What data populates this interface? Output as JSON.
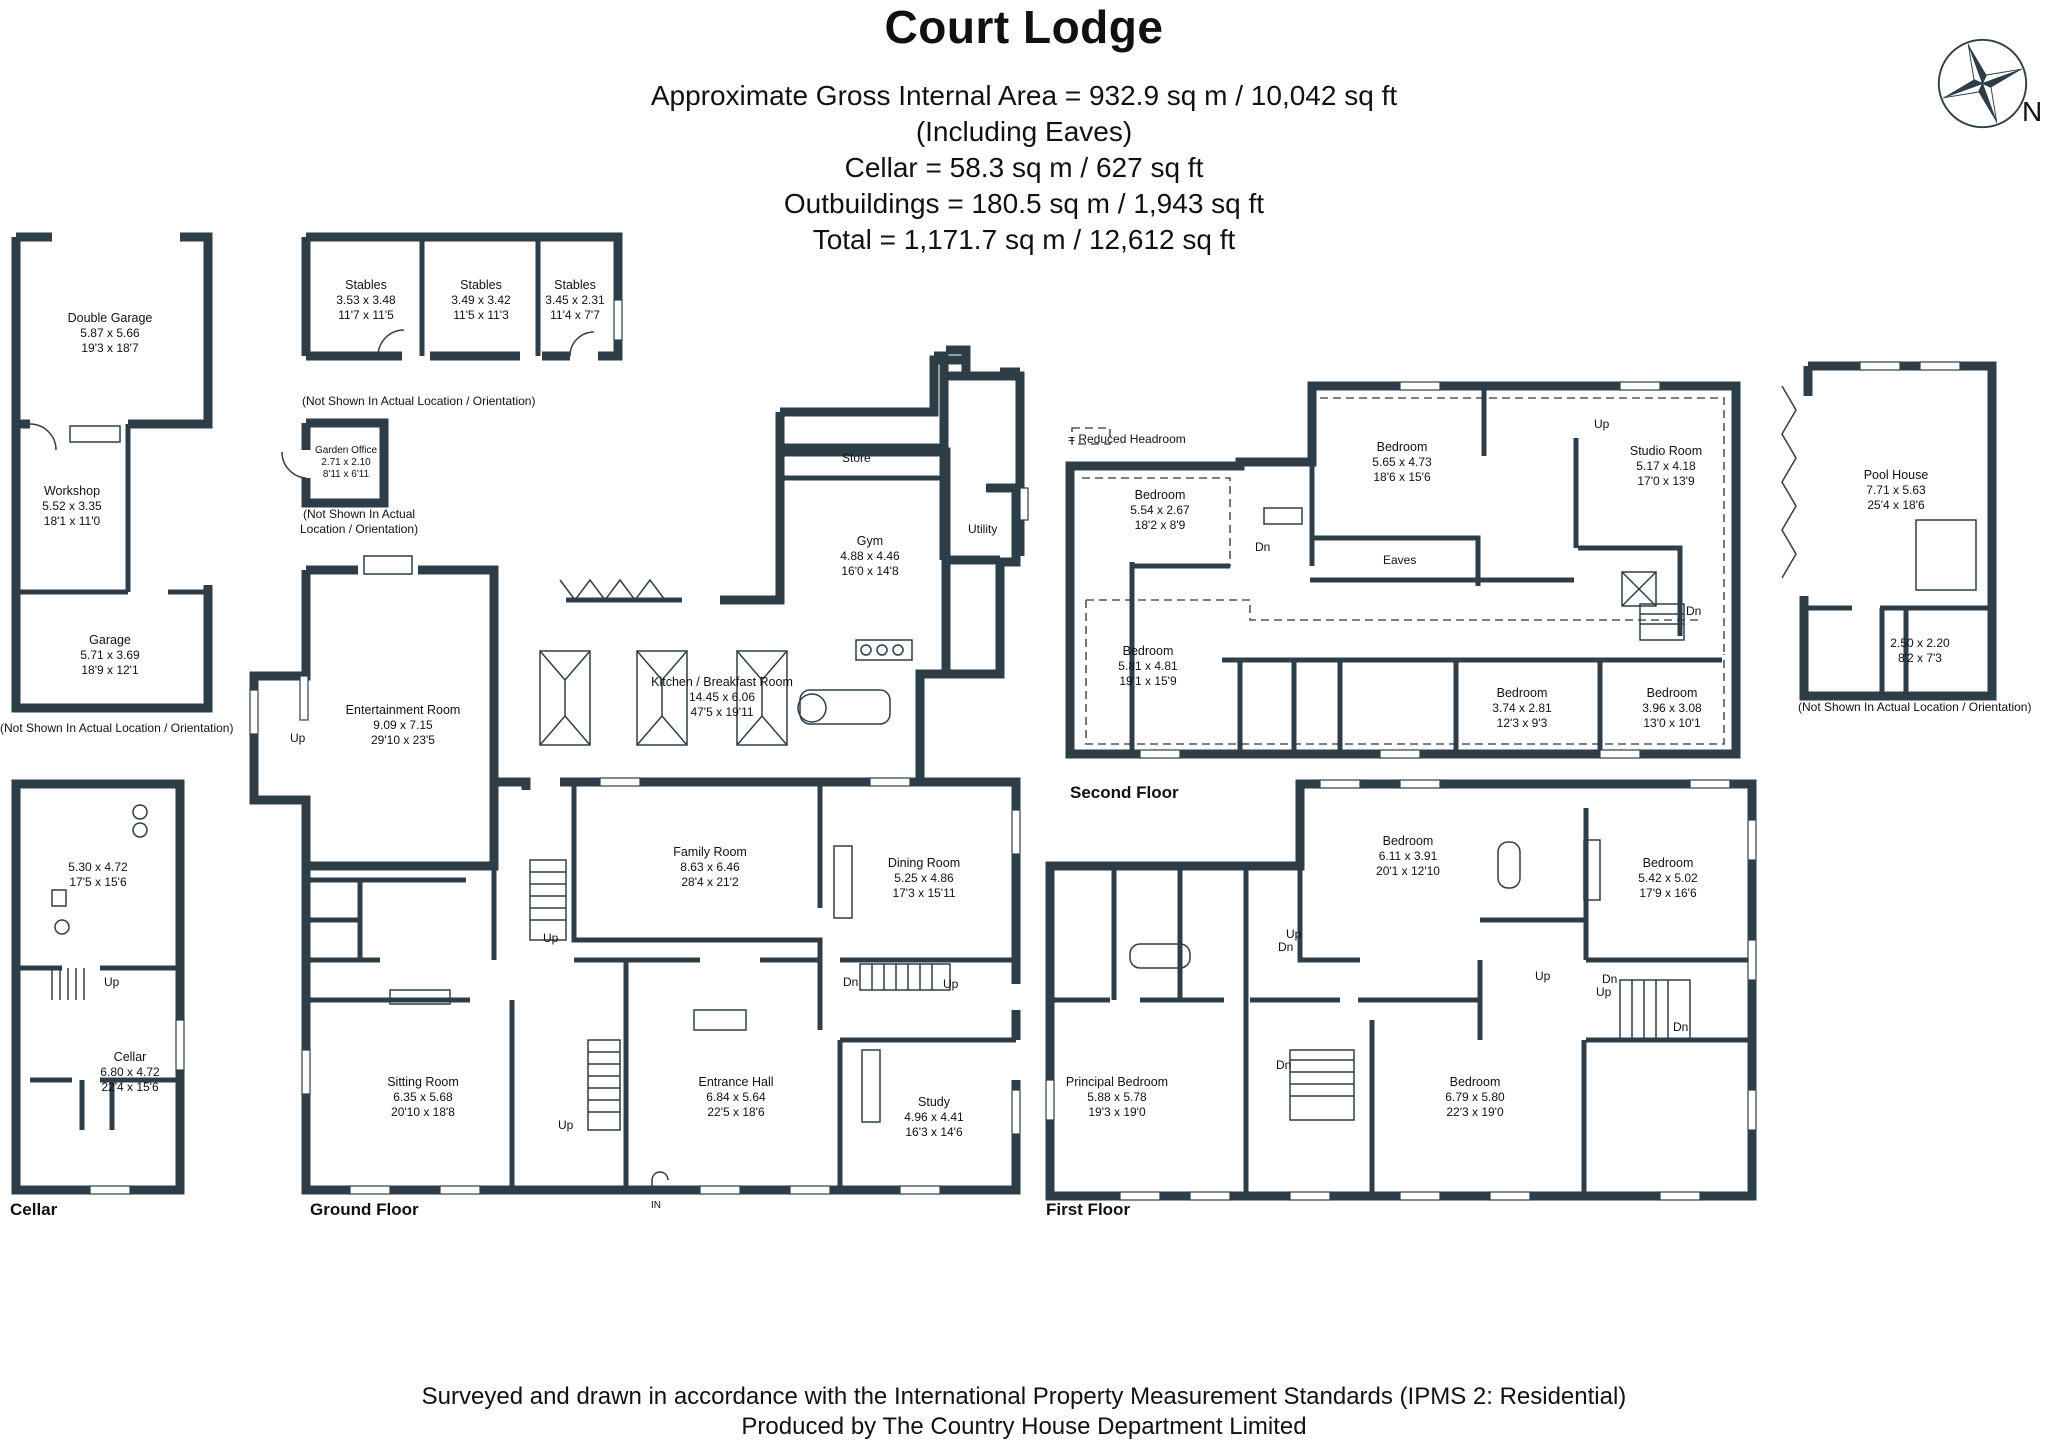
{
  "title": "Court Lodge",
  "areas": [
    "Approximate Gross Internal Area = 932.9 sq m / 10,042 sq ft",
    "(Including Eaves)",
    "Cellar = 58.3 sq m / 627 sq ft",
    "Outbuildings = 180.5 sq m / 1,943 sq ft",
    "Total = 1,171.7 sq m / 12,612 sq ft"
  ],
  "compass_label": "N",
  "legend_reduced_headroom": "= Reduced Headroom",
  "not_shown": "(Not Shown In Actual Location / Orientation)",
  "not_shown_split": [
    "(Not Shown In Actual",
    "Location / Orientation)"
  ],
  "floors": {
    "cellar": "Cellar",
    "ground": "Ground Floor",
    "first": "First Floor",
    "second": "Second Floor"
  },
  "rooms": {
    "double_garage": {
      "name": "Double Garage",
      "m": "5.87 x 5.66",
      "ft": "19'3 x 18'7"
    },
    "workshop": {
      "name": "Workshop",
      "m": "5.52 x 3.35",
      "ft": "18'1 x 11'0"
    },
    "garage": {
      "name": "Garage",
      "m": "5.71 x 3.69",
      "ft": "18'9 x 12'1"
    },
    "stables1": {
      "name": "Stables",
      "m": "3.53 x 3.48",
      "ft": "11'7 x 11'5"
    },
    "stables2": {
      "name": "Stables",
      "m": "3.49 x 3.42",
      "ft": "11'5 x 11'3"
    },
    "stables3": {
      "name": "Stables",
      "m": "3.45 x 2.31",
      "ft": "11'4 x 7'7"
    },
    "garden_office": {
      "name": "Garden Office",
      "m": "2.71 x 2.10",
      "ft": "8'11 x 6'11"
    },
    "cellar_room": {
      "m": "5.30 x 4.72",
      "ft": "17'5 x 15'6"
    },
    "cellar": {
      "name": "Cellar",
      "m": "6.80 x 4.72",
      "ft": "22'4 x 15'6"
    },
    "entertainment": {
      "name": "Entertainment Room",
      "m": "9.09 x 7.15",
      "ft": "29'10 x 23'5"
    },
    "gym": {
      "name": "Gym",
      "m": "4.88 x 4.46",
      "ft": "16'0 x 14'8"
    },
    "store": {
      "name": "Store"
    },
    "utility": {
      "name": "Utility"
    },
    "kitchen": {
      "name": "Kitchen / Breakfast Room",
      "m": "14.45 x 6.06",
      "ft": "47'5 x 19'11"
    },
    "family": {
      "name": "Family Room",
      "m": "8.63 x 6.46",
      "ft": "28'4 x 21'2"
    },
    "dining": {
      "name": "Dining Room",
      "m": "5.25 x 4.86",
      "ft": "17'3 x 15'11"
    },
    "sitting": {
      "name": "Sitting Room",
      "m": "6.35 x 5.68",
      "ft": "20'10 x 18'8"
    },
    "entrance": {
      "name": "Entrance Hall",
      "m": "6.84 x 5.64",
      "ft": "22'5 x 18'6"
    },
    "study": {
      "name": "Study",
      "m": "4.96 x 4.41",
      "ft": "16'3 x 14'6"
    },
    "principal": {
      "name": "Principal Bedroom",
      "m": "5.88 x 5.78",
      "ft": "19'3 x 19'0"
    },
    "ff_bed_a": {
      "name": "Bedroom",
      "m": "6.11 x 3.91",
      "ft": "20'1 x 12'10"
    },
    "ff_bed_b": {
      "name": "Bedroom",
      "m": "5.42 x 5.02",
      "ft": "17'9 x 16'6"
    },
    "ff_bed_c": {
      "name": "Bedroom",
      "m": "6.79 x 5.80",
      "ft": "22'3 x 19'0"
    },
    "sf_bed_a": {
      "name": "Bedroom",
      "m": "5.54 x 2.67",
      "ft": "18'2 x 8'9"
    },
    "sf_bed_b": {
      "name": "Bedroom",
      "m": "5.65 x 4.73",
      "ft": "18'6 x 15'6"
    },
    "studio": {
      "name": "Studio Room",
      "m": "5.17 x 4.18",
      "ft": "17'0 x 13'9"
    },
    "eaves": {
      "name": "Eaves"
    },
    "sf_bed_c": {
      "name": "Bedroom",
      "m": "5.81 x 4.81",
      "ft": "19'1 x 15'9"
    },
    "sf_bed_d": {
      "name": "Bedroom",
      "m": "3.74 x 2.81",
      "ft": "12'3 x 9'3"
    },
    "sf_bed_e": {
      "name": "Bedroom",
      "m": "3.96 x 3.08",
      "ft": "13'0 x 10'1"
    },
    "pool_house": {
      "name": "Pool House",
      "m": "7.71 x 5.63",
      "ft": "25'4 x 18'6"
    },
    "pool_small": {
      "m": "2.50 x 2.20",
      "ft": "8'2 x 7'3"
    }
  },
  "stairs": {
    "up": "Up",
    "dn": "Dn",
    "in": "IN"
  },
  "footer": [
    "Surveyed and drawn in accordance with the International Property Measurement Standards (IPMS 2: Residential)",
    "Produced by The Country House Department Limited"
  ]
}
